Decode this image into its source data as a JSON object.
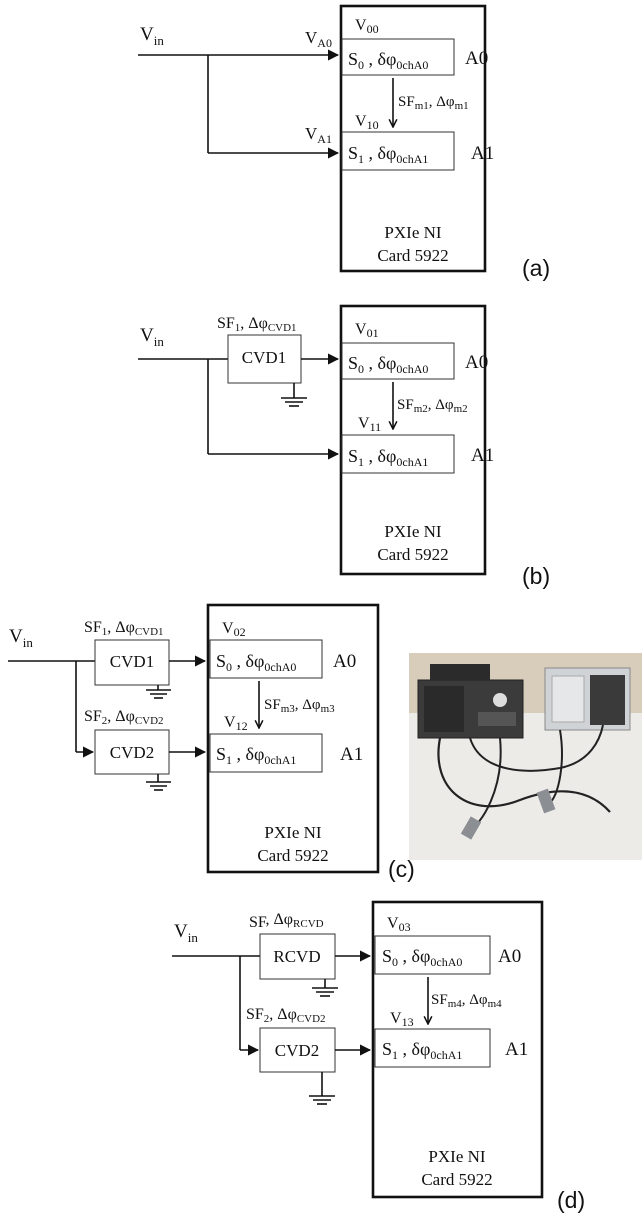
{
  "panels": {
    "a": {
      "tag": "(a)",
      "vin": {
        "main": "V",
        "sub": "in"
      },
      "va0": {
        "main": "V",
        "sub": "A0"
      },
      "va1": {
        "main": "V",
        "sub": "A1"
      },
      "v_top": {
        "main": "V",
        "sub": "00"
      },
      "v_bot": {
        "main": "V",
        "sub": "10"
      },
      "s0": {
        "main": "S",
        "sub": "0",
        "mid": " , δφ",
        "sub2": "0chA0"
      },
      "s1": {
        "main": "S",
        "sub": "1",
        "mid": " , δφ",
        "sub2": "0chA1"
      },
      "ch0": "A0",
      "ch1": "A1",
      "sf": {
        "sf": "SF",
        "sfsub": "m1",
        "dphi": ", Δφ",
        "dphisub": "m1"
      },
      "card1": "PXIe NI",
      "card2": "Card 5922"
    },
    "b": {
      "tag": "(b)",
      "vin": {
        "main": "V",
        "sub": "in"
      },
      "v_top": {
        "main": "V",
        "sub": "01"
      },
      "v_bot": {
        "main": "V",
        "sub": "11"
      },
      "cvd1": "CVD1",
      "cvd1_label": {
        "sf": "SF",
        "sfsub": "1",
        "dphi": ", Δφ",
        "dphisub": "CVD1"
      },
      "s0": {
        "main": "S",
        "sub": "0",
        "mid": " , δφ",
        "sub2": "0chA0"
      },
      "s1": {
        "main": "S",
        "sub": "1",
        "mid": " , δφ",
        "sub2": "0chA1"
      },
      "ch0": "A0",
      "ch1": "A1",
      "sf": {
        "sf": "SF",
        "sfsub": "m2",
        "dphi": ", Δφ",
        "dphisub": "m2"
      },
      "card1": "PXIe NI",
      "card2": "Card 5922"
    },
    "c": {
      "tag": "(c)",
      "vin": {
        "main": "V",
        "sub": "in"
      },
      "v_top": {
        "main": "V",
        "sub": "02"
      },
      "v_bot": {
        "main": "V",
        "sub": "12"
      },
      "cvd1": "CVD1",
      "cvd2": "CVD2",
      "cvd1_label": {
        "sf": "SF",
        "sfsub": "1",
        "dphi": ", Δφ",
        "dphisub": "CVD1"
      },
      "cvd2_label": {
        "sf": "SF",
        "sfsub": "2",
        "dphi": ", Δφ",
        "dphisub": "CVD2"
      },
      "s0": {
        "main": "S",
        "sub": "0",
        "mid": " , δφ",
        "sub2": "0chA0"
      },
      "s1": {
        "main": "S",
        "sub": "1",
        "mid": " , δφ",
        "sub2": "0chA1"
      },
      "ch0": "A0",
      "ch1": "A1",
      "sf": {
        "sf": "SF",
        "sfsub": "m3",
        "dphi": ", Δφ",
        "dphisub": "m3"
      },
      "card1": "PXIe NI",
      "card2": "Card 5922"
    },
    "d": {
      "tag": "(d)",
      "vin": {
        "main": "V",
        "sub": "in"
      },
      "v_top": {
        "main": "V",
        "sub": "03"
      },
      "v_bot": {
        "main": "V",
        "sub": "13"
      },
      "rcvd": "RCVD",
      "cvd2": "CVD2",
      "rcvd_label": {
        "sf": "SF",
        "sfsub": "",
        "dphi": ", Δφ",
        "dphisub": "RCVD"
      },
      "cvd2_label": {
        "sf": "SF",
        "sfsub": "2",
        "dphi": ", Δφ",
        "dphisub": "CVD2"
      },
      "s0": {
        "main": "S",
        "sub": "0",
        "mid": " , δφ",
        "sub2": "0chA0"
      },
      "s1": {
        "main": "S",
        "sub": "1",
        "mid": " , δφ",
        "sub2": "0chA1"
      },
      "ch0": "A0",
      "ch1": "A1",
      "sf": {
        "sf": "SF",
        "sfsub": "m4",
        "dphi": ", Δφ",
        "dphisub": "m4"
      },
      "card1": "PXIe NI",
      "card2": "Card 5922"
    }
  },
  "photo": {
    "description_colors": {
      "table": "#e8e6e2",
      "instrument": "#3a3a3a",
      "wall": "#d9cfc0"
    }
  }
}
